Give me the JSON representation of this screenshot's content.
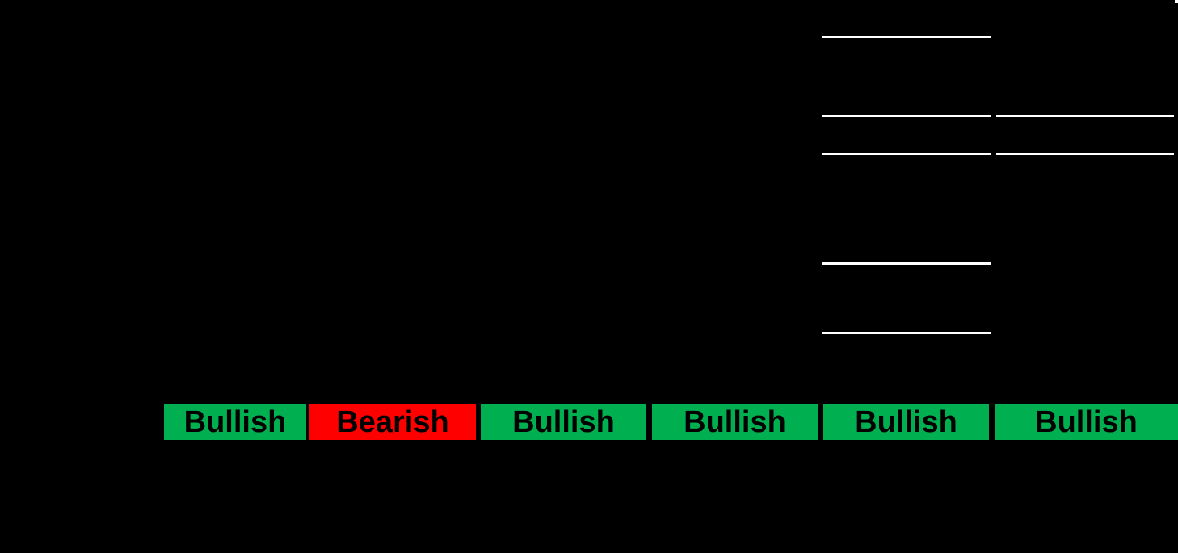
{
  "canvas": {
    "background": "#000000"
  },
  "table": {
    "rule_color": "#FFFFFF",
    "text_color": "#000000"
  },
  "signals": {
    "bullish_color": "#00B050",
    "bearish_color": "#FF0000",
    "cells": [
      {
        "label": "Bullish",
        "state": "bullish",
        "color": "#00B050"
      },
      {
        "label": "Bearish",
        "state": "bearish",
        "color": "#FF0000"
      },
      {
        "label": "Bullish",
        "state": "bullish",
        "color": "#00B050"
      },
      {
        "label": "Bullish",
        "state": "bullish",
        "color": "#00B050"
      },
      {
        "label": "Bullish",
        "state": "bullish",
        "color": "#00B050"
      },
      {
        "label": "Bullish",
        "state": "bullish",
        "color": "#00B050"
      }
    ]
  }
}
